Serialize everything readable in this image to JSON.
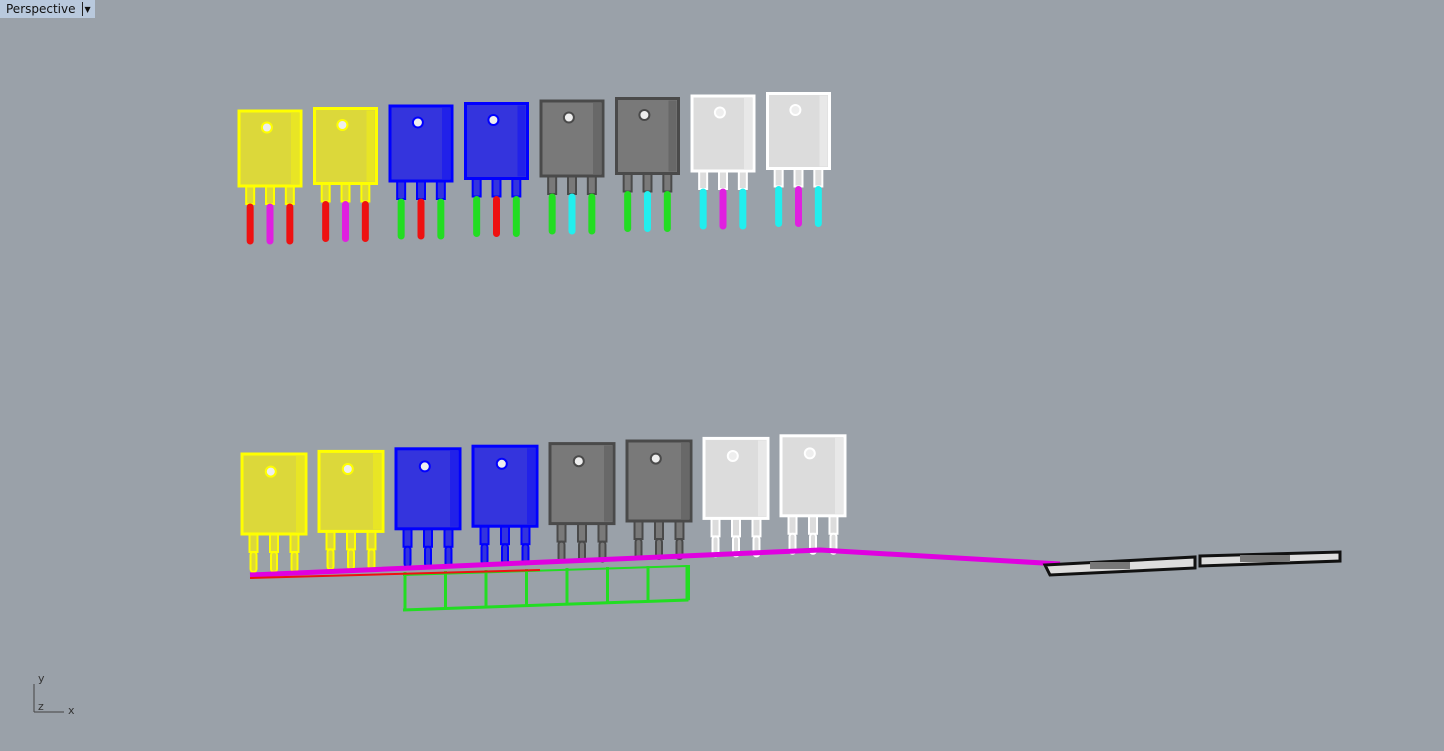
{
  "viewport": {
    "title": "Perspective",
    "menu_icon": "dropdown-arrow-icon"
  },
  "colors": {
    "background": "#9aa1a9",
    "trace": "#e000e0",
    "comb": "#22dd22"
  },
  "top_row": [
    {
      "body": "yellow",
      "leads": [
        "red",
        "magenta",
        "red"
      ]
    },
    {
      "body": "yellow",
      "leads": [
        "red",
        "magenta",
        "red"
      ]
    },
    {
      "body": "blue",
      "leads": [
        "green",
        "red",
        "green"
      ]
    },
    {
      "body": "blue",
      "leads": [
        "green",
        "red",
        "green"
      ]
    },
    {
      "body": "gray",
      "leads": [
        "green",
        "cyan",
        "green"
      ]
    },
    {
      "body": "gray",
      "leads": [
        "green",
        "cyan",
        "green"
      ]
    },
    {
      "body": "white",
      "leads": [
        "cyan",
        "magenta",
        "cyan"
      ]
    },
    {
      "body": "white",
      "leads": [
        "cyan",
        "magenta",
        "cyan"
      ]
    }
  ],
  "bottom_row": [
    "yellow",
    "yellow",
    "blue",
    "blue",
    "gray",
    "gray",
    "white",
    "white"
  ],
  "axes": {
    "y": "y",
    "z": "z",
    "x": "x"
  }
}
